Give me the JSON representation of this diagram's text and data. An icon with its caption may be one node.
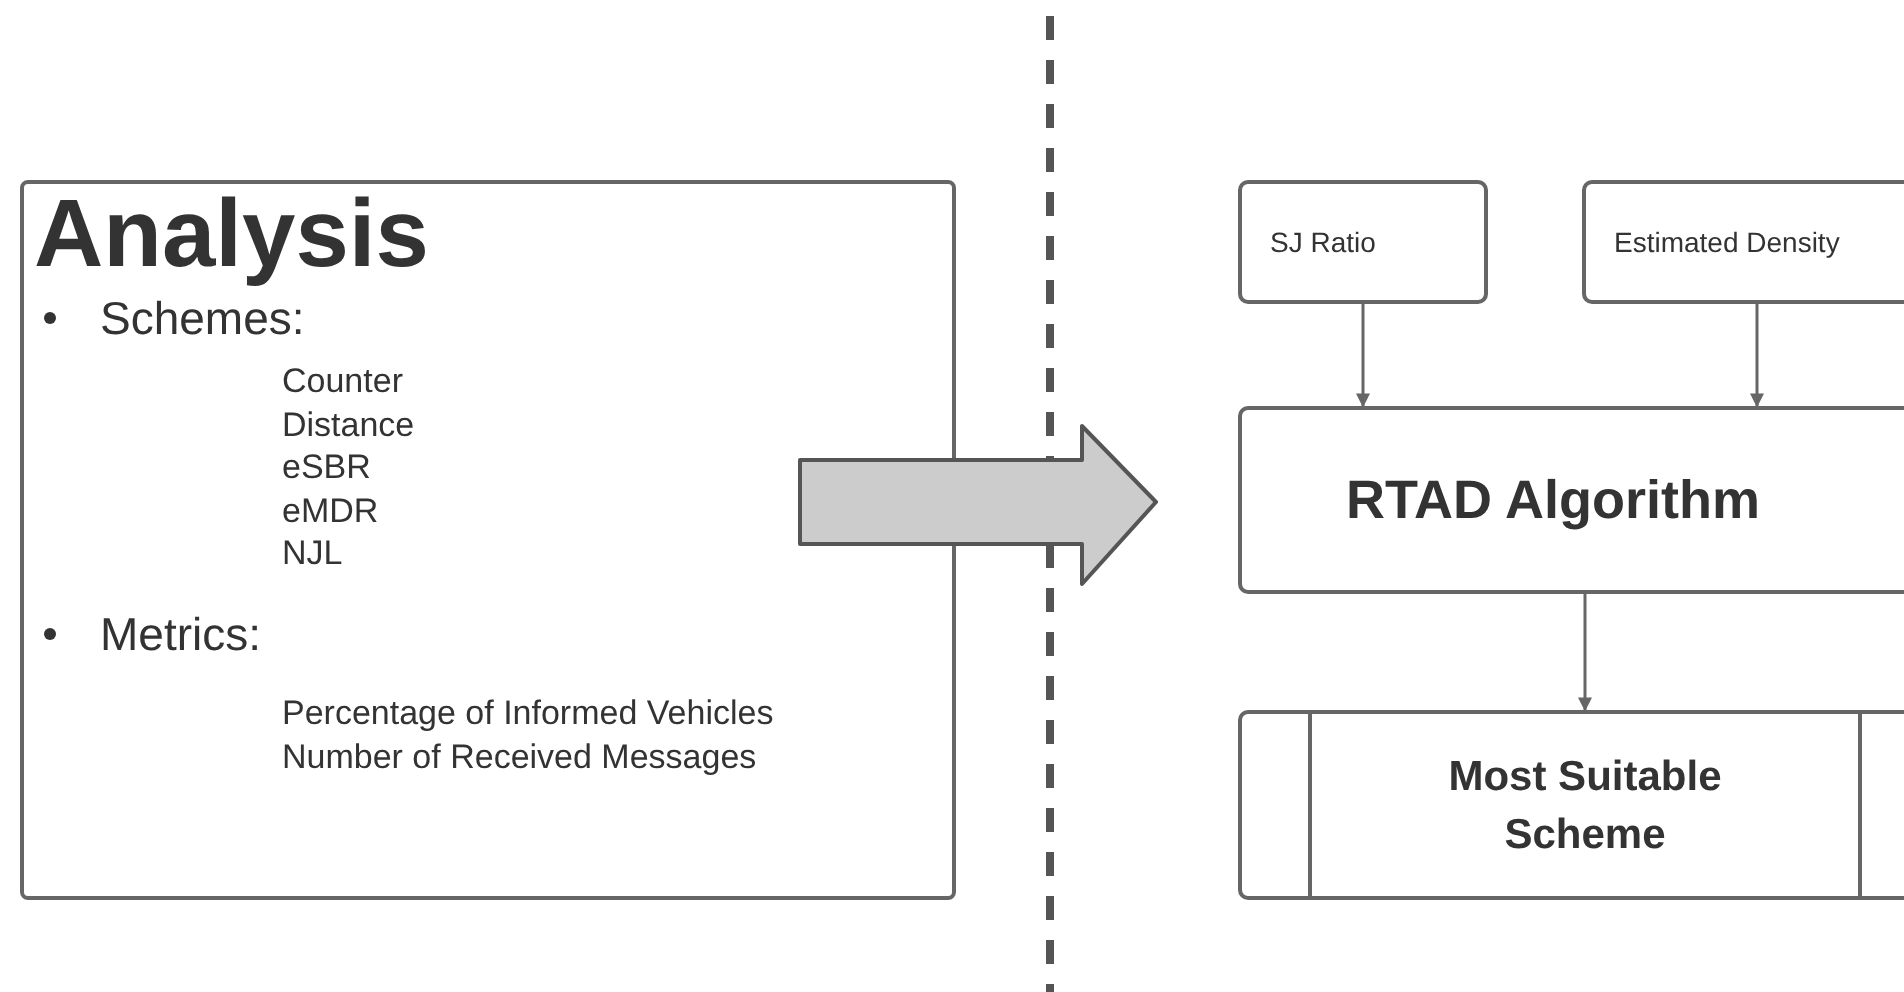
{
  "diagram": {
    "nodes": [
      {
        "text": [
          "Analysis",
          "Schemes:",
          "Counter",
          "Distance",
          "eSBR",
          "eMDR",
          "NJL",
          "Metrics:",
          "Percentage of Informed Vehicles",
          "Number of Received Messages"
        ]
      },
      {
        "text": [
          "SJ Ratio"
        ]
      },
      {
        "text": [
          "Estimated Density"
        ]
      },
      {
        "text": [
          "RTAD Algorithm"
        ]
      },
      {
        "text": [
          "Most Suitable Scheme"
        ]
      }
    ],
    "edges": [
      {
        "from": 0,
        "to": 3,
        "arrow": "to",
        "style": "thick"
      },
      {
        "from": 1,
        "to": 3,
        "arrow": "to"
      },
      {
        "from": 2,
        "to": 3,
        "arrow": "to"
      },
      {
        "from": 3,
        "to": 4,
        "arrow": "to"
      }
    ]
  }
}
